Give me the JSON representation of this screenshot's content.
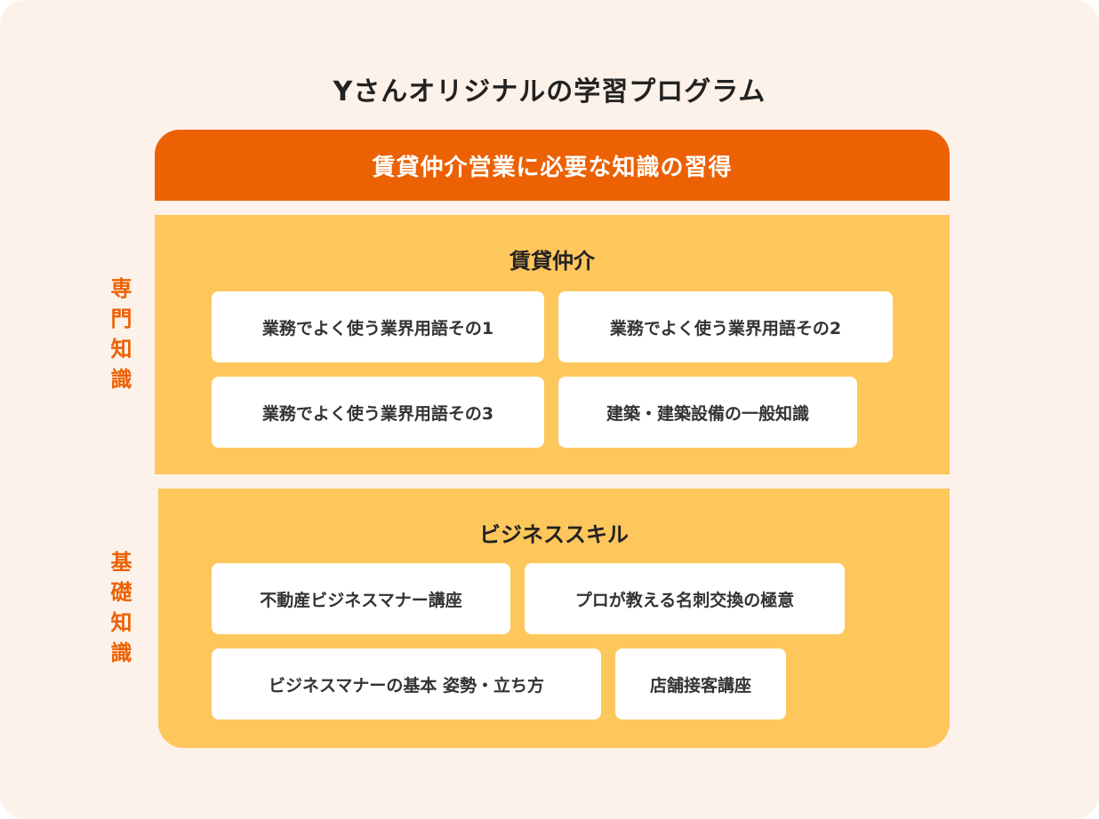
{
  "title": "Yさんオリジナルの学習プログラム",
  "banner": "賃貸仲介営業に必要な知識の習得",
  "sections": [
    {
      "side_label": "専門知識",
      "title": "賃貸仲介",
      "items": [
        "業務でよく使う業界用語その1",
        "業務でよく使う業界用語その2",
        "業務でよく使う業界用語その3",
        "建築・建築設備の一般知識"
      ]
    },
    {
      "side_label": "基礎知識",
      "title": "ビジネススキル",
      "items": [
        "不動産ビジネスマナー講座",
        "プロが教える名刺交換の極意",
        "ビジネスマナーの基本 姿勢・立ち方",
        "店舗接客講座"
      ]
    }
  ],
  "colors": {
    "background": "#fdf2ea",
    "accent": "#ec6103",
    "panel": "#fec75c"
  }
}
